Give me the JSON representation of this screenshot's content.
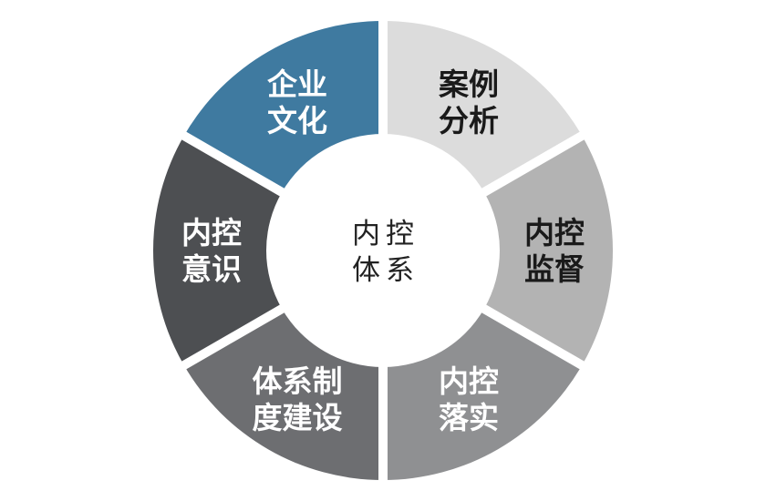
{
  "center": {
    "lines": [
      "内控",
      "体系"
    ]
  },
  "segments": [
    {
      "id": "culture",
      "lines": [
        "企业",
        "文化"
      ],
      "fill": "#3f7aa0",
      "text_color": "#ffffff"
    },
    {
      "id": "case-analysis",
      "lines": [
        "案例",
        "分析"
      ],
      "fill": "#dcdcdc",
      "text_color": "#1a1a1a"
    },
    {
      "id": "supervision",
      "lines": [
        "内控",
        "监督"
      ],
      "fill": "#b3b3b3",
      "text_color": "#1a1a1a"
    },
    {
      "id": "implementation",
      "lines": [
        "内控",
        "落实"
      ],
      "fill": "#8f9092",
      "text_color": "#ffffff"
    },
    {
      "id": "system-building",
      "lines": [
        "体系制",
        "度建设"
      ],
      "fill": "#6d6e71",
      "text_color": "#ffffff"
    },
    {
      "id": "awareness",
      "lines": [
        "内控",
        "意识"
      ],
      "fill": "#4d4f52",
      "text_color": "#ffffff"
    }
  ],
  "colors": {
    "background": "#ffffff",
    "center_fill": "#ffffff",
    "gap": "#ffffff"
  }
}
